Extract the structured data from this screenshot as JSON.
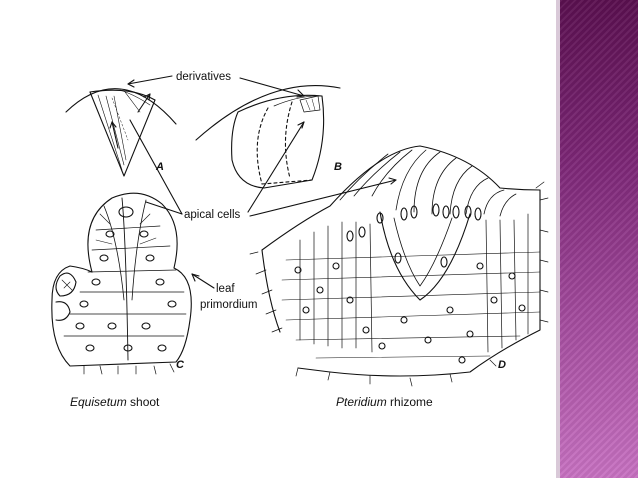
{
  "labels": {
    "derivatives": "derivatives",
    "apical_cells": "apical cells",
    "leaf_line1": "leaf",
    "leaf_line2": "primordium",
    "panel_a": "A",
    "panel_b": "B",
    "panel_c": "C",
    "panel_d": "D",
    "caption_left_italic": "Equisetum",
    "caption_left_rest": " shoot",
    "caption_right_italic": "Pteridium",
    "caption_right_rest": " rhizome"
  },
  "colors": {
    "band_top": "#5b1050",
    "band_bottom": "#c872c2",
    "ink": "#111111"
  }
}
